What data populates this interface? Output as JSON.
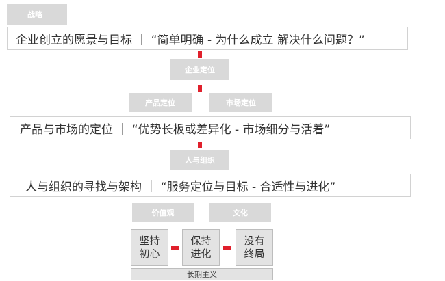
{
  "strategy_label": "战略",
  "row1": {
    "text": "企业创立的愿景与目标 ｜ “简单明确 -  为什么成立 解决什么问题？”"
  },
  "positioning_label": "企业定位",
  "product_positioning_label": "产品定位",
  "market_positioning_label": "市场定位",
  "row2": {
    "text": "产品与市场的定位 ｜ “优势长板或差异化 - 市场细分与活着”"
  },
  "people_org_label": "人与组织",
  "row3": {
    "text": "人与组织的寻找与架构 ｜ “服务定位与目标 - 合适性与进化”"
  },
  "values_label": "价值观",
  "culture_label": "文化",
  "boxes": [
    {
      "line1": "坚持",
      "line2": "初心"
    },
    {
      "line1": "保持",
      "line2": "进化"
    },
    {
      "line1": "没有",
      "line2": "终局"
    }
  ],
  "longterm_label": "长期主义",
  "colors": {
    "accent": "#e0202c",
    "tag_bg": "#d9d9d9",
    "border": "#d2d2d2"
  }
}
